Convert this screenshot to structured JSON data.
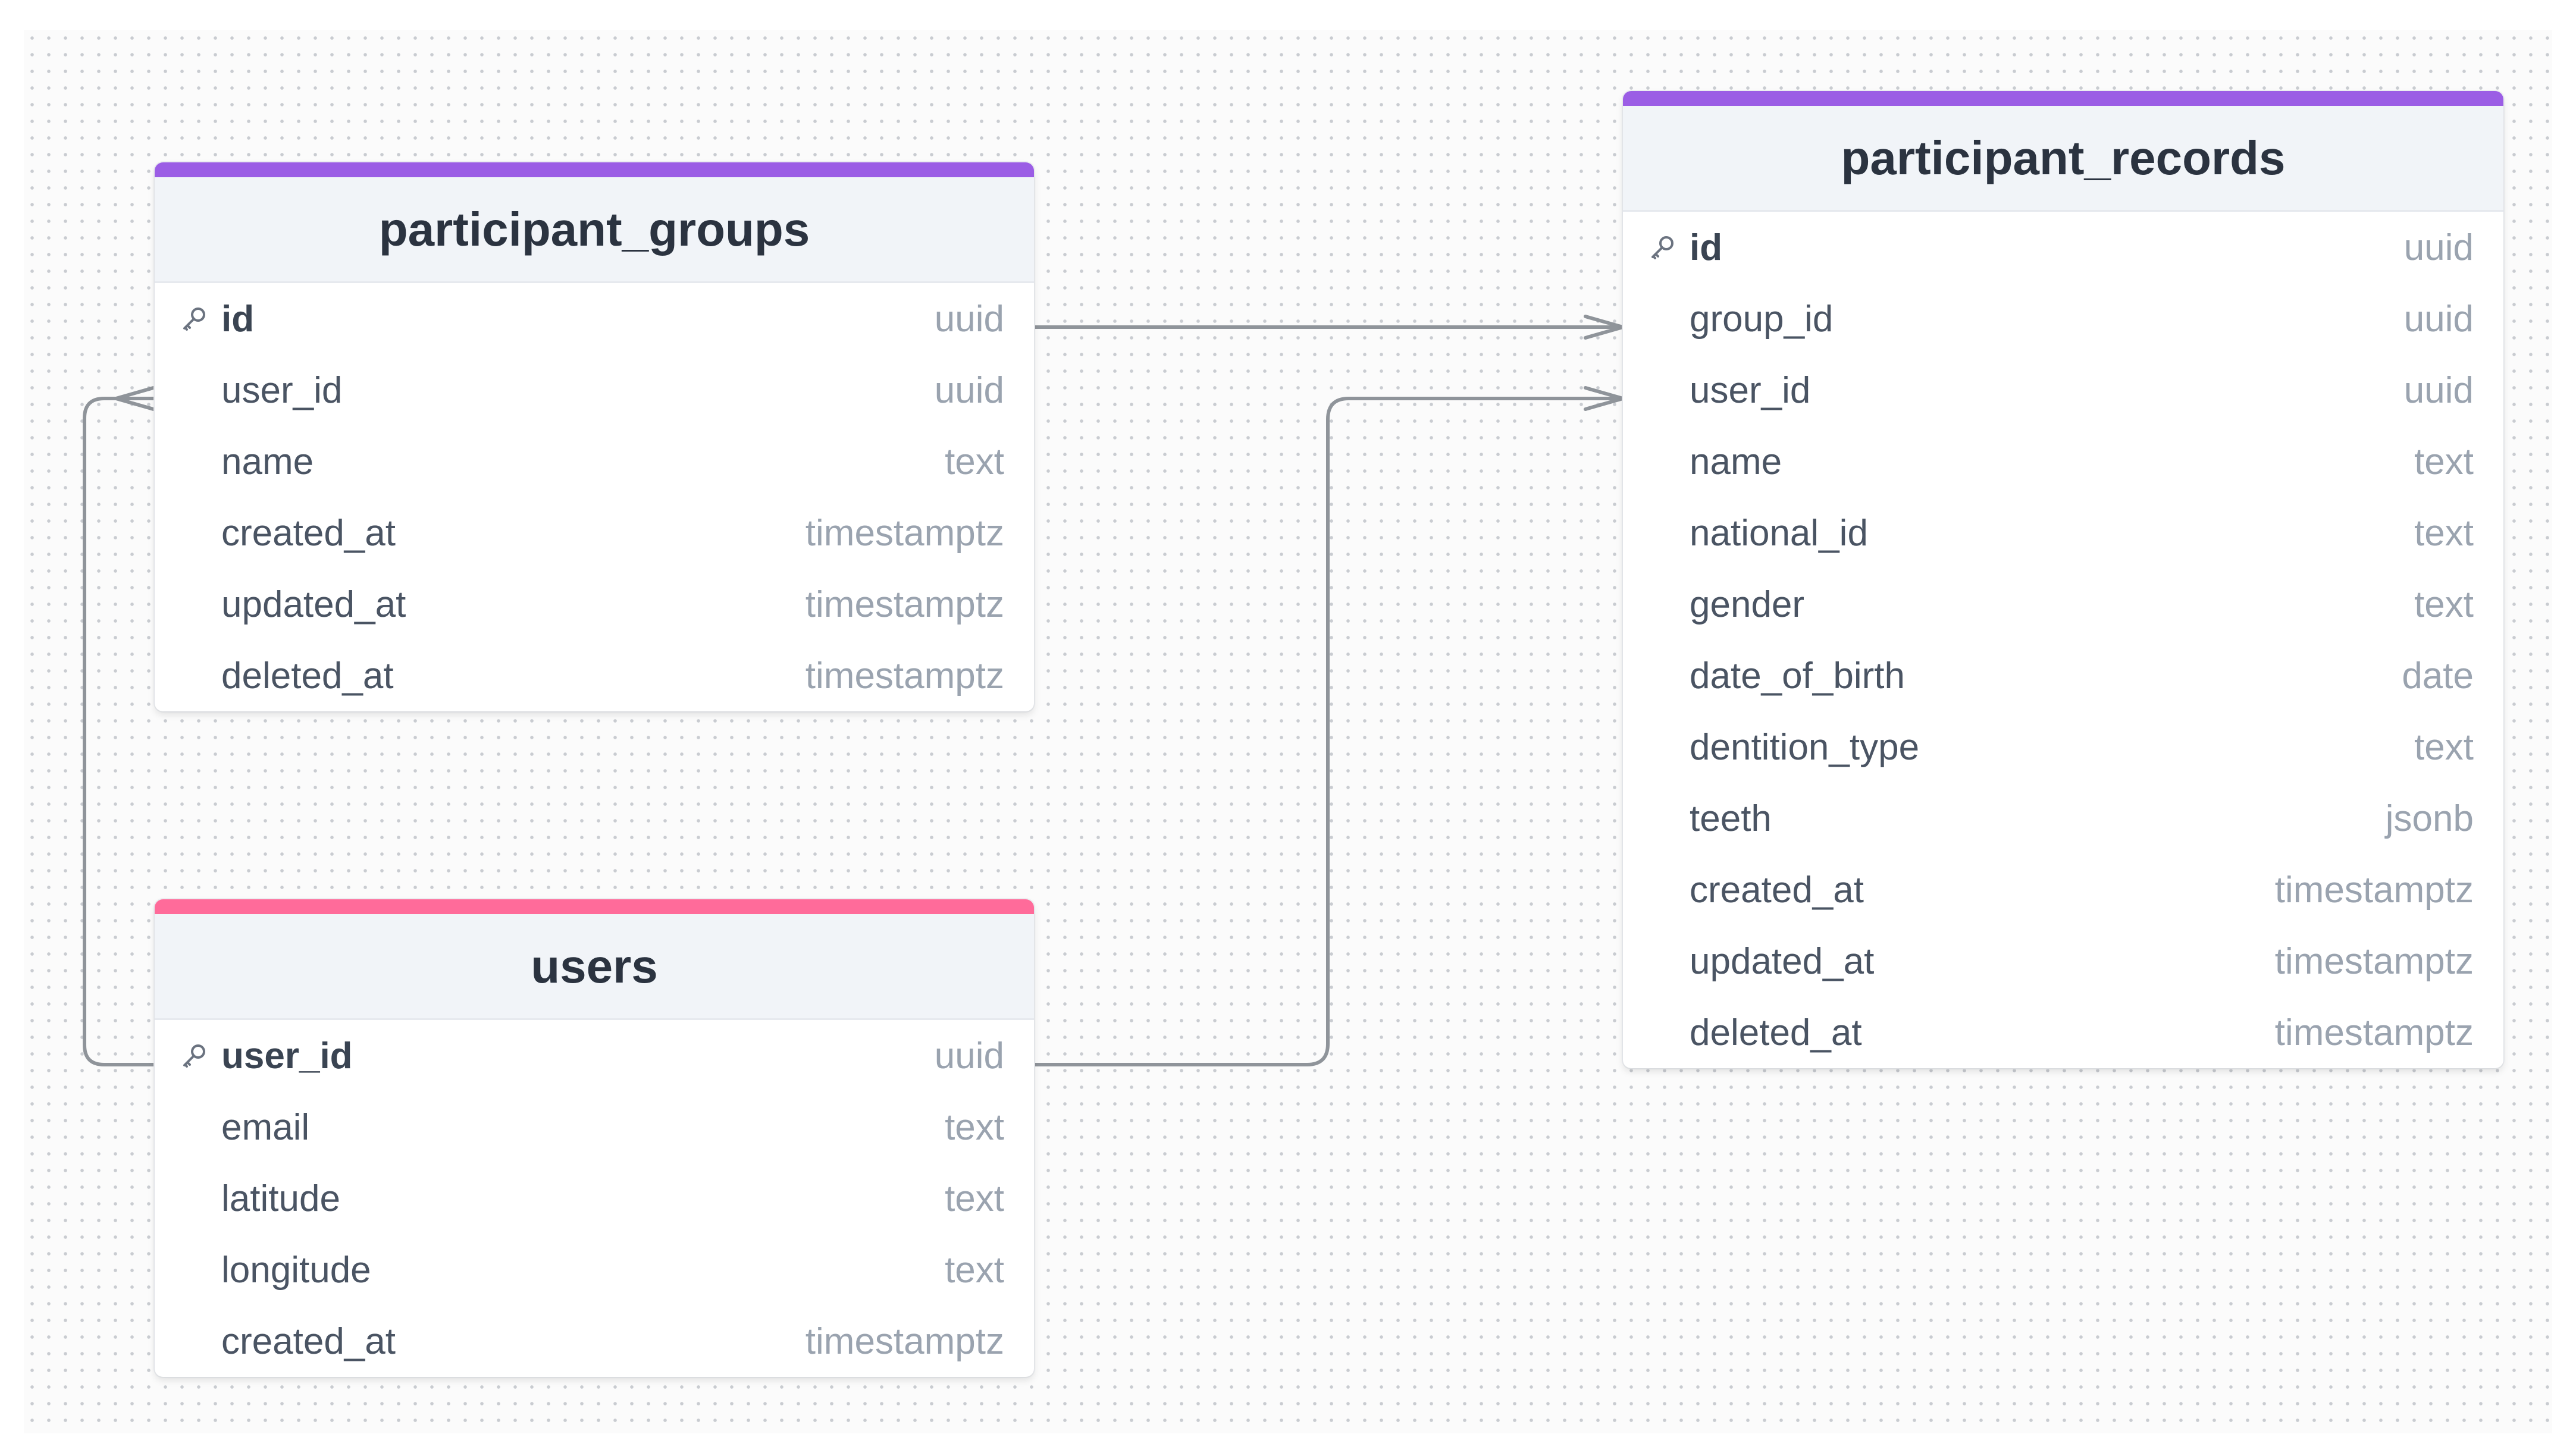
{
  "diagram": {
    "tables": [
      {
        "id": "participant_groups",
        "title": "participant_groups",
        "accent": "#9b5de5",
        "columns": [
          {
            "name": "id",
            "type": "uuid",
            "pk": true
          },
          {
            "name": "user_id",
            "type": "uuid",
            "pk": false
          },
          {
            "name": "name",
            "type": "text",
            "pk": false
          },
          {
            "name": "created_at",
            "type": "timestamptz",
            "pk": false
          },
          {
            "name": "updated_at",
            "type": "timestamptz",
            "pk": false
          },
          {
            "name": "deleted_at",
            "type": "timestamptz",
            "pk": false
          }
        ]
      },
      {
        "id": "users",
        "title": "users",
        "accent": "#ff6b9a",
        "columns": [
          {
            "name": "user_id",
            "type": "uuid",
            "pk": true
          },
          {
            "name": "email",
            "type": "text",
            "pk": false
          },
          {
            "name": "latitude",
            "type": "text",
            "pk": false
          },
          {
            "name": "longitude",
            "type": "text",
            "pk": false
          },
          {
            "name": "created_at",
            "type": "timestamptz",
            "pk": false
          }
        ]
      },
      {
        "id": "participant_records",
        "title": "participant_records",
        "accent": "#9b5de5",
        "columns": [
          {
            "name": "id",
            "type": "uuid",
            "pk": true
          },
          {
            "name": "group_id",
            "type": "uuid",
            "pk": false
          },
          {
            "name": "user_id",
            "type": "uuid",
            "pk": false
          },
          {
            "name": "name",
            "type": "text",
            "pk": false
          },
          {
            "name": "national_id",
            "type": "text",
            "pk": false
          },
          {
            "name": "gender",
            "type": "text",
            "pk": false
          },
          {
            "name": "date_of_birth",
            "type": "date",
            "pk": false
          },
          {
            "name": "dentition_type",
            "type": "text",
            "pk": false
          },
          {
            "name": "teeth",
            "type": "jsonb",
            "pk": false
          },
          {
            "name": "created_at",
            "type": "timestamptz",
            "pk": false
          },
          {
            "name": "updated_at",
            "type": "timestamptz",
            "pk": false
          },
          {
            "name": "deleted_at",
            "type": "timestamptz",
            "pk": false
          }
        ]
      }
    ],
    "relations": [
      {
        "from_table": "participant_groups",
        "from_column": "id",
        "to_table": "participant_records",
        "to_column": "group_id",
        "cardinality": "one-to-many"
      },
      {
        "from_table": "users",
        "from_column": "user_id",
        "to_table": "participant_groups",
        "to_column": "user_id",
        "cardinality": "one-to-many"
      },
      {
        "from_table": "users",
        "from_column": "user_id",
        "to_table": "participant_records",
        "to_column": "user_id",
        "cardinality": "one-to-many"
      }
    ],
    "colors": {
      "edge": "#8f949a",
      "key_icon": "#6b7380"
    }
  }
}
